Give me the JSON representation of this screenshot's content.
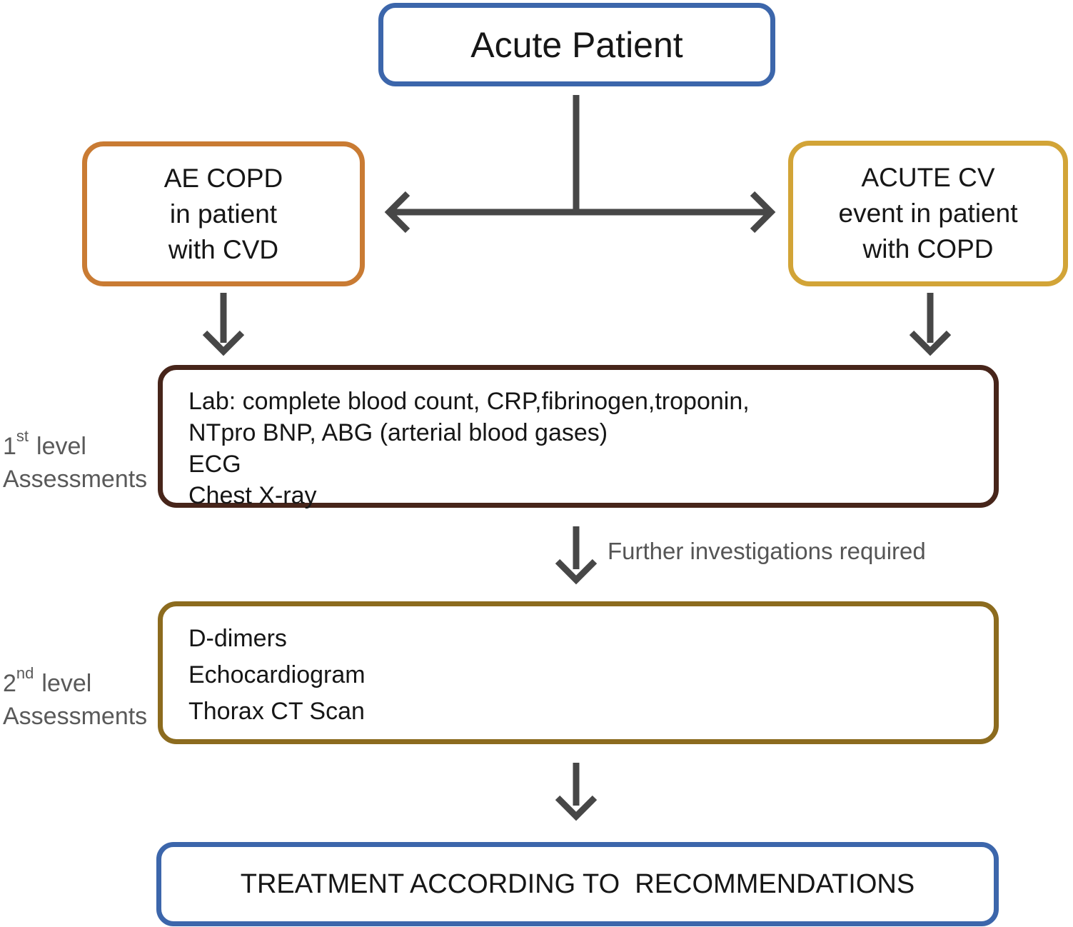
{
  "diagram": {
    "nodes": {
      "acute_patient": {
        "label": "Acute Patient"
      },
      "ae_copd": {
        "lines": [
          "AE COPD",
          "in patient",
          "with CVD"
        ]
      },
      "acute_cv": {
        "lines": [
          "ACUTE CV",
          "event in patient",
          "with COPD"
        ]
      },
      "level1": {
        "lines": [
          "Lab: complete blood count, CRP,fibrinogen,troponin,",
          "NTpro BNP, ABG (arterial blood gases)",
          "ECG",
          "Chest X-ray"
        ]
      },
      "level2": {
        "lines": [
          "D-dimers",
          "Echocardiogram",
          "Thorax CT Scan"
        ]
      },
      "treatment": {
        "label": "TREATMENT ACCORDING TO  RECOMMENDATIONS"
      }
    },
    "side_labels": {
      "level1": {
        "num": "1",
        "ord": "st",
        "rest": "level",
        "line2": "Assessments"
      },
      "level2": {
        "num": "2",
        "ord": "nd",
        "rest": "level",
        "line2": "Assessments"
      }
    },
    "annotations": {
      "further": "Further investigations required"
    },
    "colors": {
      "acute_patient_border": "#3c66ab",
      "ae_copd_border": "#c97b33",
      "acute_cv_border": "#d2a437",
      "level1_border": "#47251a",
      "level2_border": "#8c6b1e",
      "treatment_border": "#3c66ab",
      "arrow_gray": "#474747",
      "side_label_gray": "#595959"
    }
  }
}
